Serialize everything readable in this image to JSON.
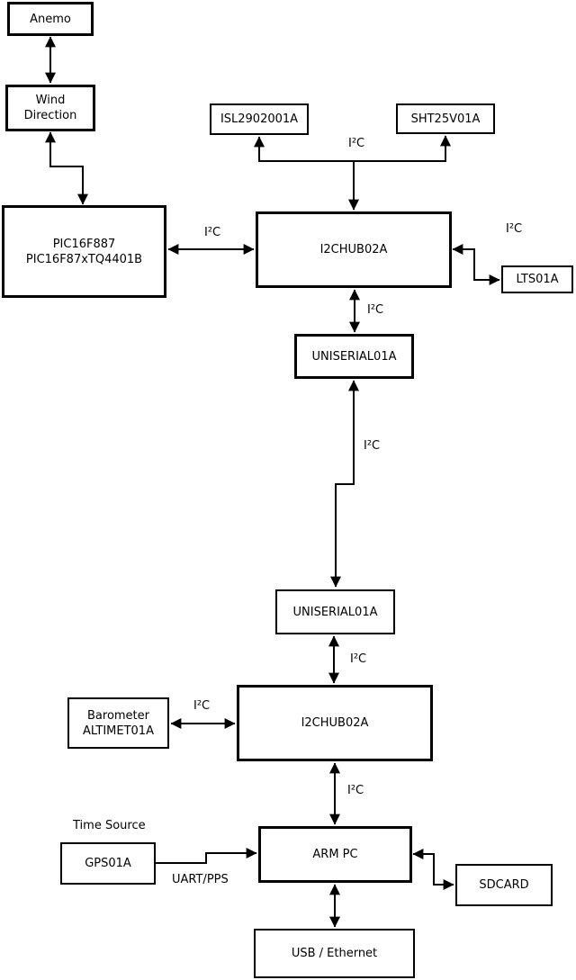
{
  "colors": {
    "line": "#000000",
    "background": "#ffffff",
    "box_fill": "#ffffff",
    "text": "#000000"
  },
  "boxes": {
    "anemo": {
      "label": "Anemo"
    },
    "wind_direction": {
      "lines": [
        "Wind",
        "Direction"
      ]
    },
    "pic": {
      "lines": [
        "PIC16F887",
        "PIC16F87xTQ4401B"
      ]
    },
    "isl": {
      "label": "ISL2902001A"
    },
    "sht": {
      "label": "SHT25V01A"
    },
    "i2c_hub_top": {
      "label": "I2CHUB02A"
    },
    "lts": {
      "label": "LTS01A"
    },
    "uniserial_top": {
      "label": "UNISERIAL01A"
    },
    "uniserial_bottom": {
      "label": "UNISERIAL01A"
    },
    "i2c_hub_bottom": {
      "label": "I2CHUB02A"
    },
    "barometer": {
      "lines": [
        "Barometer",
        "ALTIMET01A"
      ]
    },
    "gps": {
      "label": "GPS01A"
    },
    "arm_pc": {
      "label": "ARM PC"
    },
    "sdcard": {
      "label": "SDCARD"
    },
    "usb_ethernet": {
      "label": "USB / Ethernet"
    }
  },
  "edge_labels": {
    "pic_hub": "I²C",
    "sensors_bus": "I²C",
    "hub_lts": "I²C",
    "hub_uniserial_top": "I²C",
    "uniserial_link": "I²C",
    "uniserial_hub_bottom": "I²C",
    "barometer_hub": "I²C",
    "hub_armpc": "I²C",
    "time_source": "Time Source",
    "gps_armpc": "UART/PPS"
  }
}
